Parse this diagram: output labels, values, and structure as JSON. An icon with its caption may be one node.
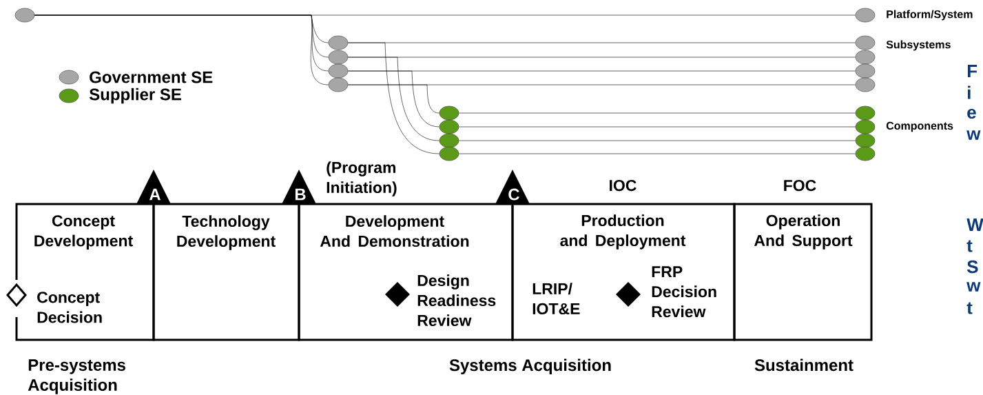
{
  "diagram": {
    "nodes": [
      {
        "text": [],
        "shape": "circle"
      },
      {
        "text": [],
        "shape": "circle",
        "beside": [
          "Platform/System"
        ]
      },
      {
        "text": [],
        "shape": "circle"
      },
      {
        "text": [],
        "shape": "circle"
      },
      {
        "text": [],
        "shape": "circle"
      },
      {
        "text": [],
        "shape": "circle"
      },
      {
        "text": [],
        "shape": "circle",
        "beside": [
          "Subsystems"
        ]
      },
      {
        "text": [],
        "shape": "circle"
      },
      {
        "text": [],
        "shape": "circle"
      },
      {
        "text": [],
        "shape": "circle"
      },
      {
        "text": [],
        "shape": "circle"
      },
      {
        "text": [],
        "shape": "circle"
      },
      {
        "text": [],
        "shape": "circle"
      },
      {
        "text": [],
        "shape": "circle"
      },
      {
        "text": [],
        "shape": "circle"
      },
      {
        "text": [],
        "shape": "circle"
      },
      {
        "text": [],
        "shape": "circle"
      },
      {
        "text": [],
        "shape": "circle"
      },
      {
        "text": [
          "A"
        ]
      },
      {
        "text": [
          "B"
        ]
      },
      {
        "text": [
          "C"
        ]
      },
      {
        "text": [
          "Concept Development"
        ]
      },
      {
        "text": [
          "Technology Development"
        ]
      },
      {
        "text": [
          "Development And Demonstration"
        ]
      },
      {
        "text": [
          "Production and Deployment"
        ]
      },
      {
        "text": [
          "Operation And Support"
        ]
      }
    ],
    "edges": [
      {
        "from": 0,
        "to": 1,
        "arrow": "none"
      },
      {
        "from": 0,
        "to": 2,
        "arrow": "none"
      },
      {
        "from": 0,
        "to": 3,
        "arrow": "none"
      },
      {
        "from": 0,
        "to": 4,
        "arrow": "none"
      },
      {
        "from": 0,
        "to": 5,
        "arrow": "none"
      },
      {
        "from": 2,
        "to": 6,
        "arrow": "none"
      },
      {
        "from": 3,
        "to": 7,
        "arrow": "none"
      },
      {
        "from": 4,
        "to": 8,
        "arrow": "none"
      },
      {
        "from": 5,
        "to": 9,
        "arrow": "none"
      },
      {
        "from": 2,
        "to": 13,
        "arrow": "none"
      },
      {
        "from": 3,
        "to": 12,
        "arrow": "none"
      },
      {
        "from": 4,
        "to": 11,
        "arrow": "none"
      },
      {
        "from": 5,
        "to": 10,
        "arrow": "none"
      },
      {
        "from": 10,
        "to": 14,
        "arrow": "none"
      },
      {
        "from": 11,
        "to": 15,
        "arrow": "none"
      },
      {
        "from": 12,
        "to": 16,
        "arrow": "none"
      },
      {
        "from": 13,
        "to": 17,
        "arrow": "none"
      }
    ],
    "labels": [
      "(Program Initiation)",
      "IOC",
      "FOC",
      "Concept Decision",
      "Design Readiness Review",
      "LRIP/ IOT&E",
      "FRP Decision Review",
      "Pre-systems Acquisition",
      "Systems Acquisition",
      "Sustainment",
      "Components",
      "F",
      "i",
      "e",
      "w",
      "W",
      "t",
      "S",
      "w",
      "t"
    ],
    "legend": [
      {
        "text": "Government SE",
        "color": "#a6a6a6"
      },
      {
        "text": "Supplier SE",
        "color": "#5a9a18"
      }
    ]
  }
}
